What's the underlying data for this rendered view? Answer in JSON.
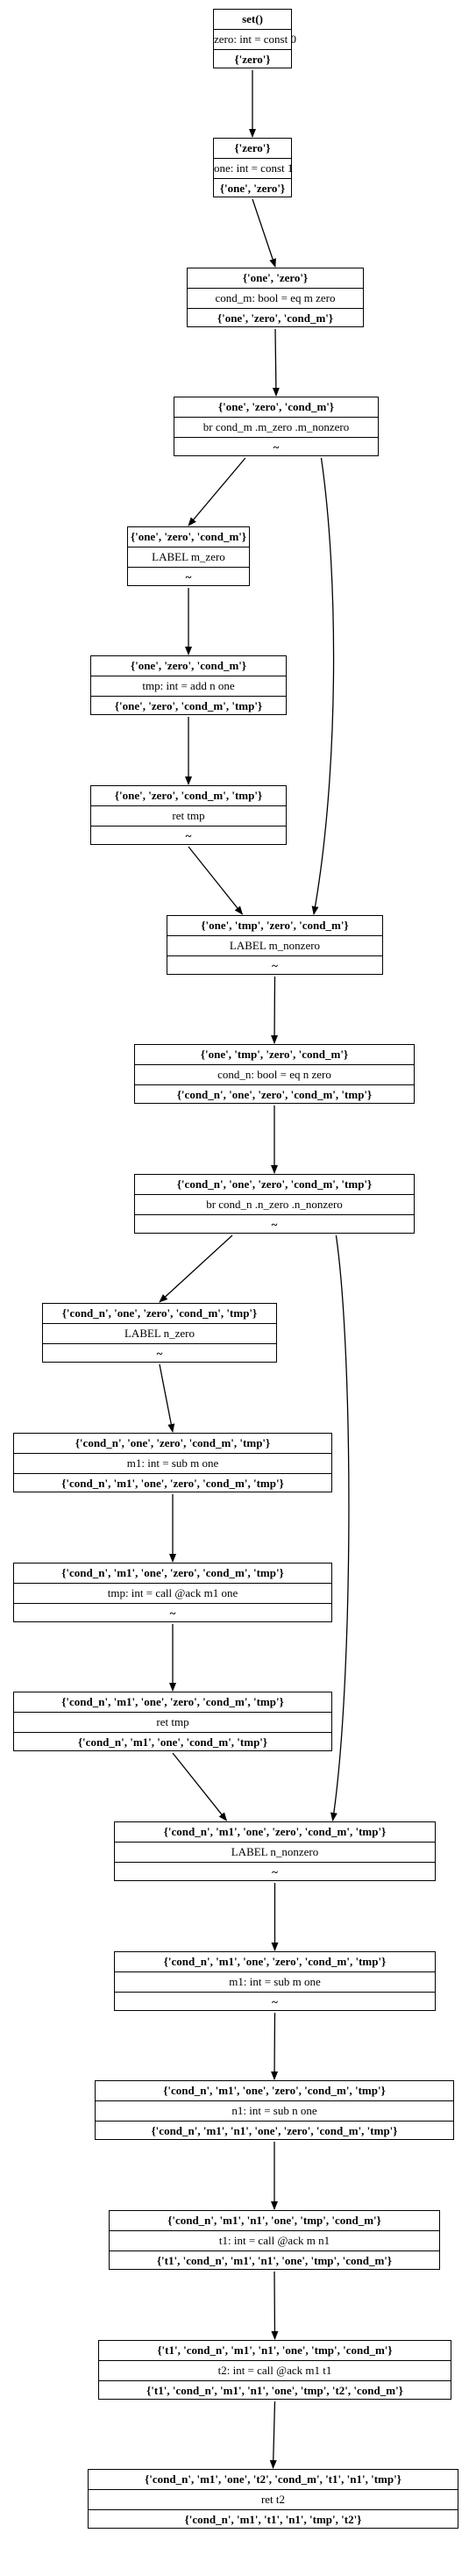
{
  "nodes": [
    {
      "in": "set()",
      "instr": "zero: int = const 0",
      "out": "{'zero'}"
    },
    {
      "in": "{'zero'}",
      "instr": "one: int = const 1",
      "out": "{'one', 'zero'}"
    },
    {
      "in": "{'one', 'zero'}",
      "instr": "cond_m: bool = eq m zero",
      "out": "{'one', 'zero', 'cond_m'}"
    },
    {
      "in": "{'one', 'zero', 'cond_m'}",
      "instr": "br cond_m .m_zero .m_nonzero",
      "out": "~"
    },
    {
      "in": "{'one', 'zero', 'cond_m'}",
      "instr": "LABEL m_zero",
      "out": "~"
    },
    {
      "in": "{'one', 'zero', 'cond_m'}",
      "instr": "tmp: int = add n one",
      "out": "{'one', 'zero', 'cond_m', 'tmp'}"
    },
    {
      "in": "{'one', 'zero', 'cond_m', 'tmp'}",
      "instr": "ret tmp",
      "out": "~"
    },
    {
      "in": "{'one', 'tmp', 'zero', 'cond_m'}",
      "instr": "LABEL m_nonzero",
      "out": "~"
    },
    {
      "in": "{'one', 'tmp', 'zero', 'cond_m'}",
      "instr": "cond_n: bool = eq n zero",
      "out": "{'cond_n', 'one', 'zero', 'cond_m', 'tmp'}"
    },
    {
      "in": "{'cond_n', 'one', 'zero', 'cond_m', 'tmp'}",
      "instr": "br cond_n .n_zero .n_nonzero",
      "out": "~"
    },
    {
      "in": "{'cond_n', 'one', 'zero', 'cond_m', 'tmp'}",
      "instr": "LABEL n_zero",
      "out": "~"
    },
    {
      "in": "{'cond_n', 'one', 'zero', 'cond_m', 'tmp'}",
      "instr": "m1: int = sub m one",
      "out": "{'cond_n', 'm1', 'one', 'zero', 'cond_m', 'tmp'}"
    },
    {
      "in": "{'cond_n', 'm1', 'one', 'zero', 'cond_m', 'tmp'}",
      "instr": "tmp: int = call @ack m1 one",
      "out": "~"
    },
    {
      "in": "{'cond_n', 'm1', 'one', 'zero', 'cond_m', 'tmp'}",
      "instr": "ret tmp",
      "out": "{'cond_n', 'm1', 'one', 'cond_m', 'tmp'}"
    },
    {
      "in": "{'cond_n', 'm1', 'one', 'zero', 'cond_m', 'tmp'}",
      "instr": "LABEL n_nonzero",
      "out": "~"
    },
    {
      "in": "{'cond_n', 'm1', 'one', 'zero', 'cond_m', 'tmp'}",
      "instr": "m1: int = sub m one",
      "out": "~"
    },
    {
      "in": "{'cond_n', 'm1', 'one', 'zero', 'cond_m', 'tmp'}",
      "instr": "n1: int = sub n one",
      "out": "{'cond_n', 'm1', 'n1', 'one', 'zero', 'cond_m', 'tmp'}"
    },
    {
      "in": "{'cond_n', 'm1', 'n1', 'one', 'tmp', 'cond_m'}",
      "instr": "t1: int = call @ack m n1",
      "out": "{'t1', 'cond_n', 'm1', 'n1', 'one', 'tmp', 'cond_m'}"
    },
    {
      "in": "{'t1', 'cond_n', 'm1', 'n1', 'one', 'tmp', 'cond_m'}",
      "instr": "t2: int = call @ack m1 t1",
      "out": "{'t1', 'cond_n', 'm1', 'n1', 'one', 'tmp', 't2', 'cond_m'}"
    },
    {
      "in": "{'cond_n', 'm1', 'one', 't2', 'cond_m', 't1', 'n1', 'tmp'}",
      "instr": "ret t2",
      "out": "{'cond_n', 'm1', 't1', 'n1', 'tmp', 't2'}"
    }
  ],
  "edges": [
    [
      0,
      1
    ],
    [
      1,
      2
    ],
    [
      2,
      3
    ],
    [
      3,
      4
    ],
    [
      3,
      7
    ],
    [
      4,
      5
    ],
    [
      5,
      6
    ],
    [
      6,
      7
    ],
    [
      7,
      8
    ],
    [
      8,
      9
    ],
    [
      9,
      10
    ],
    [
      9,
      14
    ],
    [
      10,
      11
    ],
    [
      11,
      12
    ],
    [
      12,
      13
    ],
    [
      13,
      14
    ],
    [
      14,
      15
    ],
    [
      15,
      16
    ],
    [
      16,
      17
    ],
    [
      17,
      18
    ],
    [
      18,
      19
    ]
  ]
}
